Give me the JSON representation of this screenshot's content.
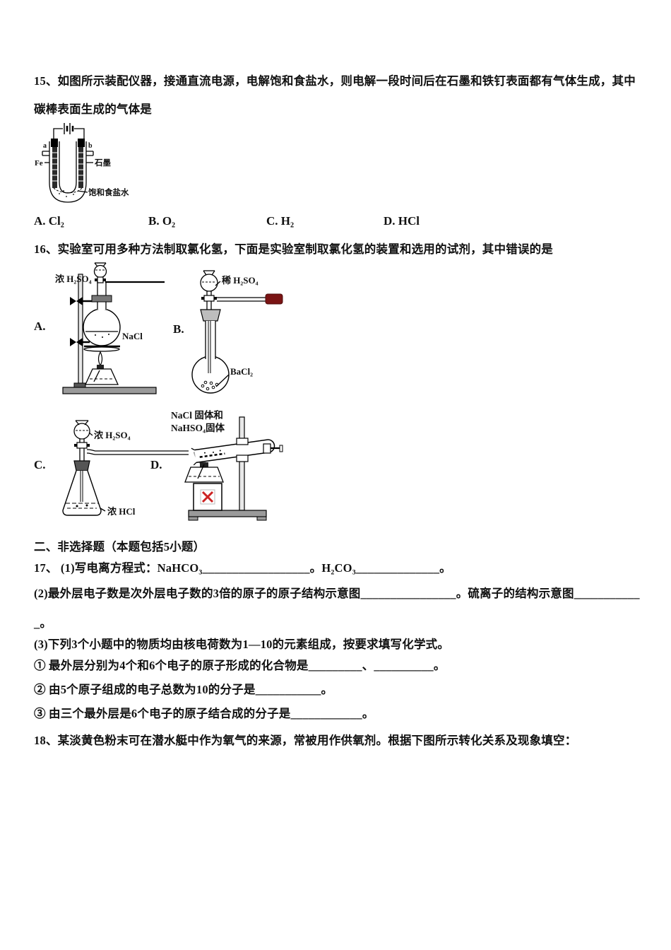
{
  "q15": {
    "line1": "15、如图所示装配仪器，接通直流电源，电解饱和食盐水，则电解一段时间后在石墨和铁钉表面都有气体生成，其中",
    "line2": "碳棒表面生成的气体是",
    "diagram": {
      "electrode_a": "a",
      "electrode_b": "b",
      "left_electrode": "Fe",
      "right_electrode": "石墨",
      "solution": "饱和食盐水"
    },
    "options": [
      "A. Cl₂",
      "B. O₂",
      "C. H₂",
      "D. HCl"
    ]
  },
  "q16": {
    "text": "16、实验室可用多种方法制取氯化氢，下面是实验室制取氯化氢的装置和选用的试剂，其中错误的是",
    "a": {
      "letter": "A.",
      "funnel_reagent": "浓 H₂SO₄",
      "flask_reagent": "NaCl"
    },
    "b": {
      "letter": "B.",
      "funnel_reagent": "稀 H₂SO₄",
      "flask_reagent": "BaCl₂"
    },
    "c": {
      "letter": "C.",
      "funnel_reagent": "浓 H₂SO₄",
      "flask_reagent": "浓 HCl"
    },
    "d": {
      "letter": "D.",
      "reagent_line1": "NaCl 固体和",
      "reagent_line2": "NaHSO₄固体"
    }
  },
  "section2": {
    "title": "二、非选择题（本题包括5小题）"
  },
  "q17": {
    "line1": "17、 (1)写电离方程式：NaHCO₃__________________。H₂CO₃______________。",
    "line2": "(2)最外层电子数是次外层电子数的3倍的原子的原子结构示意图________________。硫离子的结构示意图___________",
    "line2b": "_。",
    "line3": "(3)下列3个小题中的物质均由核电荷数为1—10的元素组成，按要求填写化学式。",
    "sub1": "① 最外层分别为4个和6个电子的原子形成的化合物是_________、__________。",
    "sub2": "② 由5个原子组成的电子总数为10的分子是___________。",
    "sub3": "③ 由三个最外层是6个电子的原子结合成的分子是____________。"
  },
  "q18": {
    "text": "18、某淡黄色粉末可在潜水艇中作为氧气的来源，常被用作供氧剂。根据下图所示转化关系及现象填空："
  },
  "colors": {
    "rubber_tip": "#7a1414",
    "warning_x": "#cc2222",
    "stand_base": "#9a9a9a"
  }
}
